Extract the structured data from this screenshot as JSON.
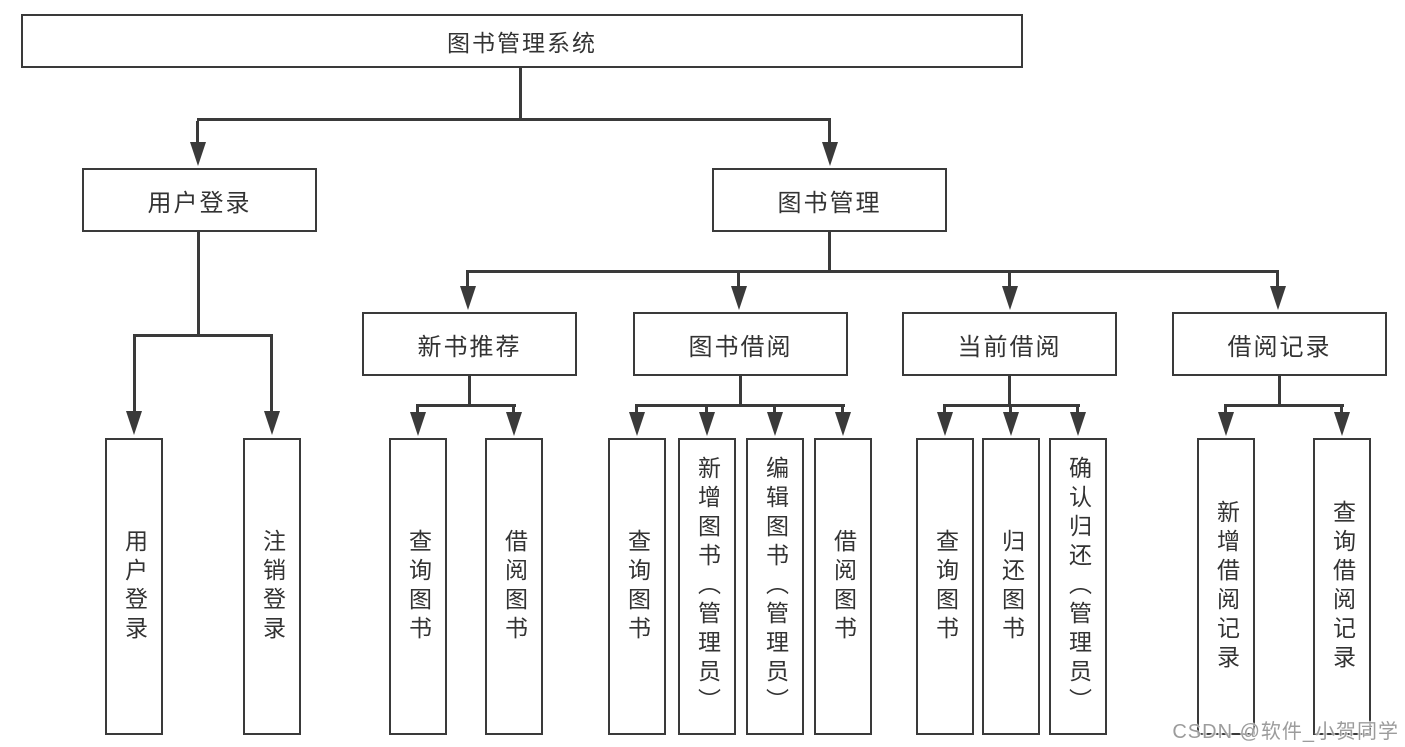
{
  "colors": {
    "line": "#3a3a3a",
    "text": "#333333",
    "watermark": "#9c9c9c",
    "background": "#ffffff"
  },
  "watermark": "CSDN @软件_小贺同学",
  "tree": {
    "root": {
      "label": "图书管理系统"
    },
    "user_login": {
      "label": "用户登录",
      "children": [
        "用户登录",
        "注销登录"
      ]
    },
    "book_mgmt": {
      "label": "图书管理"
    },
    "new_book": {
      "label": "新书推荐",
      "children": [
        "查询图书",
        "借阅图书"
      ]
    },
    "borrow": {
      "label": "图书借阅",
      "children": [
        "查询图书",
        "新增图书（管理员）",
        "编辑图书（管理员）",
        "借阅图书"
      ]
    },
    "current": {
      "label": "当前借阅",
      "children": [
        "查询图书",
        "归还图书",
        "确认归还（管理员）"
      ]
    },
    "records": {
      "label": "借阅记录",
      "children": [
        "新增借阅记录",
        "查询借阅记录"
      ]
    }
  }
}
